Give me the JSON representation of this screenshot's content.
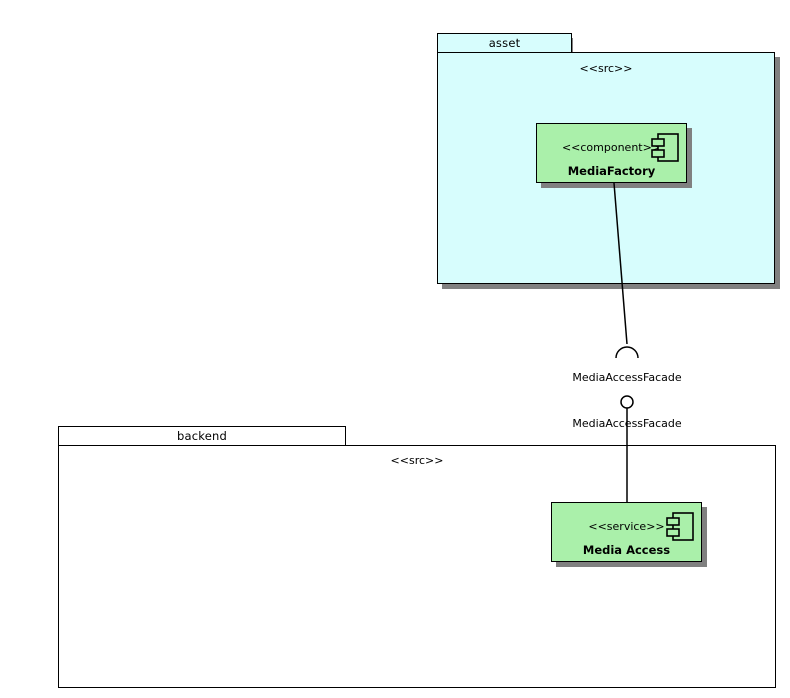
{
  "diagram": {
    "type": "uml-component-diagram",
    "background": "#ffffff",
    "colors": {
      "package_fill_asset": "#D7FDFD",
      "package_fill_backend": "#FFFFFF",
      "component_fill": "#AAF0AA",
      "border": "#000000",
      "shadow": "#808080"
    }
  },
  "packages": [
    {
      "name": "asset",
      "stereotype": "<<src>>",
      "fill": "#D7FDFD",
      "has_shadow": true
    },
    {
      "name": "backend",
      "stereotype": "<<src>>",
      "fill": "#FFFFFF",
      "has_shadow": false
    }
  ],
  "components": [
    {
      "stereotype": "<<component>>",
      "name": "MediaFactory",
      "fill": "#AAF0AA",
      "icon": "component-icon",
      "package": "asset"
    },
    {
      "stereotype": "<<service>>",
      "name": "Media Access",
      "fill": "#AAF0AA",
      "icon": "component-icon",
      "package": "backend"
    }
  ],
  "interfaces": [
    {
      "name": "MediaAccessFacade",
      "kind": "required-socket",
      "owner": "MediaFactory"
    },
    {
      "name": "MediaAccessFacade",
      "kind": "provided-ball",
      "owner": "Media Access"
    }
  ]
}
